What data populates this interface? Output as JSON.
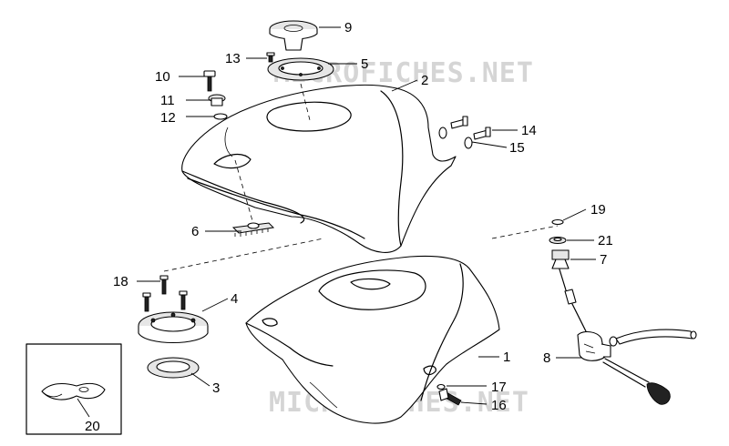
{
  "watermark": "MICROFICHES.NET",
  "callouts": [
    {
      "id": "1",
      "label": "1"
    },
    {
      "id": "2",
      "label": "2"
    },
    {
      "id": "3",
      "label": "3"
    },
    {
      "id": "4",
      "label": "4"
    },
    {
      "id": "5",
      "label": "5"
    },
    {
      "id": "6",
      "label": "6"
    },
    {
      "id": "7",
      "label": "7"
    },
    {
      "id": "8",
      "label": "8"
    },
    {
      "id": "9",
      "label": "9"
    },
    {
      "id": "10",
      "label": "10"
    },
    {
      "id": "11",
      "label": "11"
    },
    {
      "id": "12",
      "label": "12"
    },
    {
      "id": "13",
      "label": "13"
    },
    {
      "id": "14",
      "label": "14"
    },
    {
      "id": "15",
      "label": "15"
    },
    {
      "id": "16",
      "label": "16"
    },
    {
      "id": "17",
      "label": "17"
    },
    {
      "id": "18",
      "label": "18"
    },
    {
      "id": "19",
      "label": "19"
    },
    {
      "id": "20",
      "label": "20"
    },
    {
      "id": "21",
      "label": "21"
    }
  ]
}
